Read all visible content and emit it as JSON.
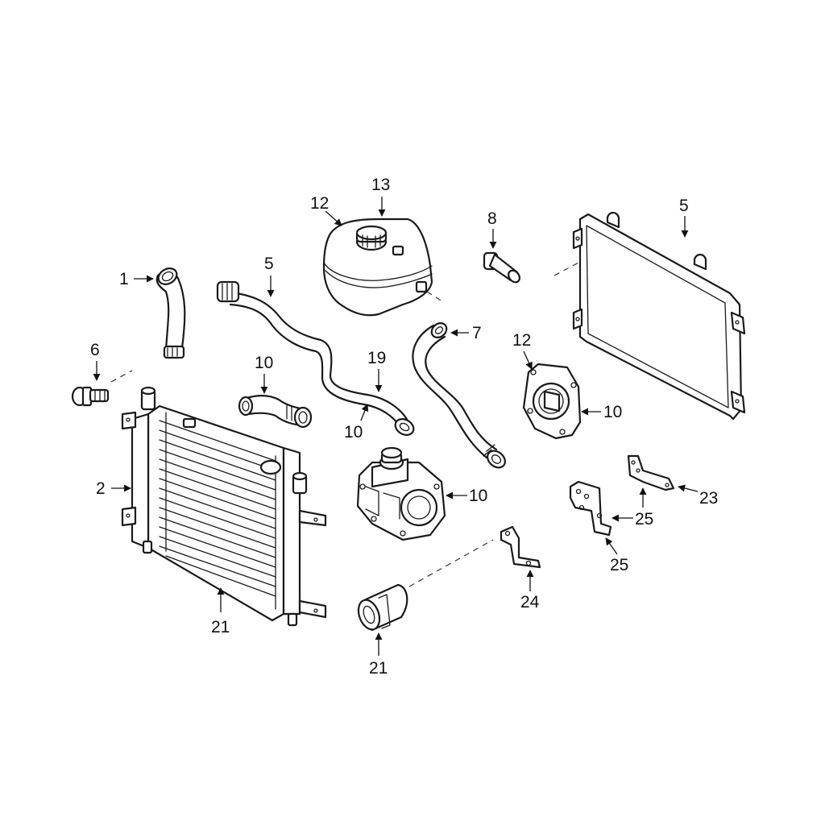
{
  "colors": {
    "line": "#1a1a1a",
    "background": "#ffffff"
  },
  "labels": {
    "l_1": "1",
    "l_6": "6",
    "l_5a": "5",
    "l_12a": "12",
    "l_13": "13",
    "l_8": "8",
    "l_5b": "5",
    "l_10a": "10",
    "l_19": "19",
    "l_10b": "10",
    "l_7": "7",
    "l_12b": "12",
    "l_10c": "10",
    "l_2": "2",
    "l_10d": "10",
    "l_23": "23",
    "l_25a": "25",
    "l_25b": "25",
    "l_24": "24",
    "l_21a": "21",
    "l_21b": "21"
  }
}
